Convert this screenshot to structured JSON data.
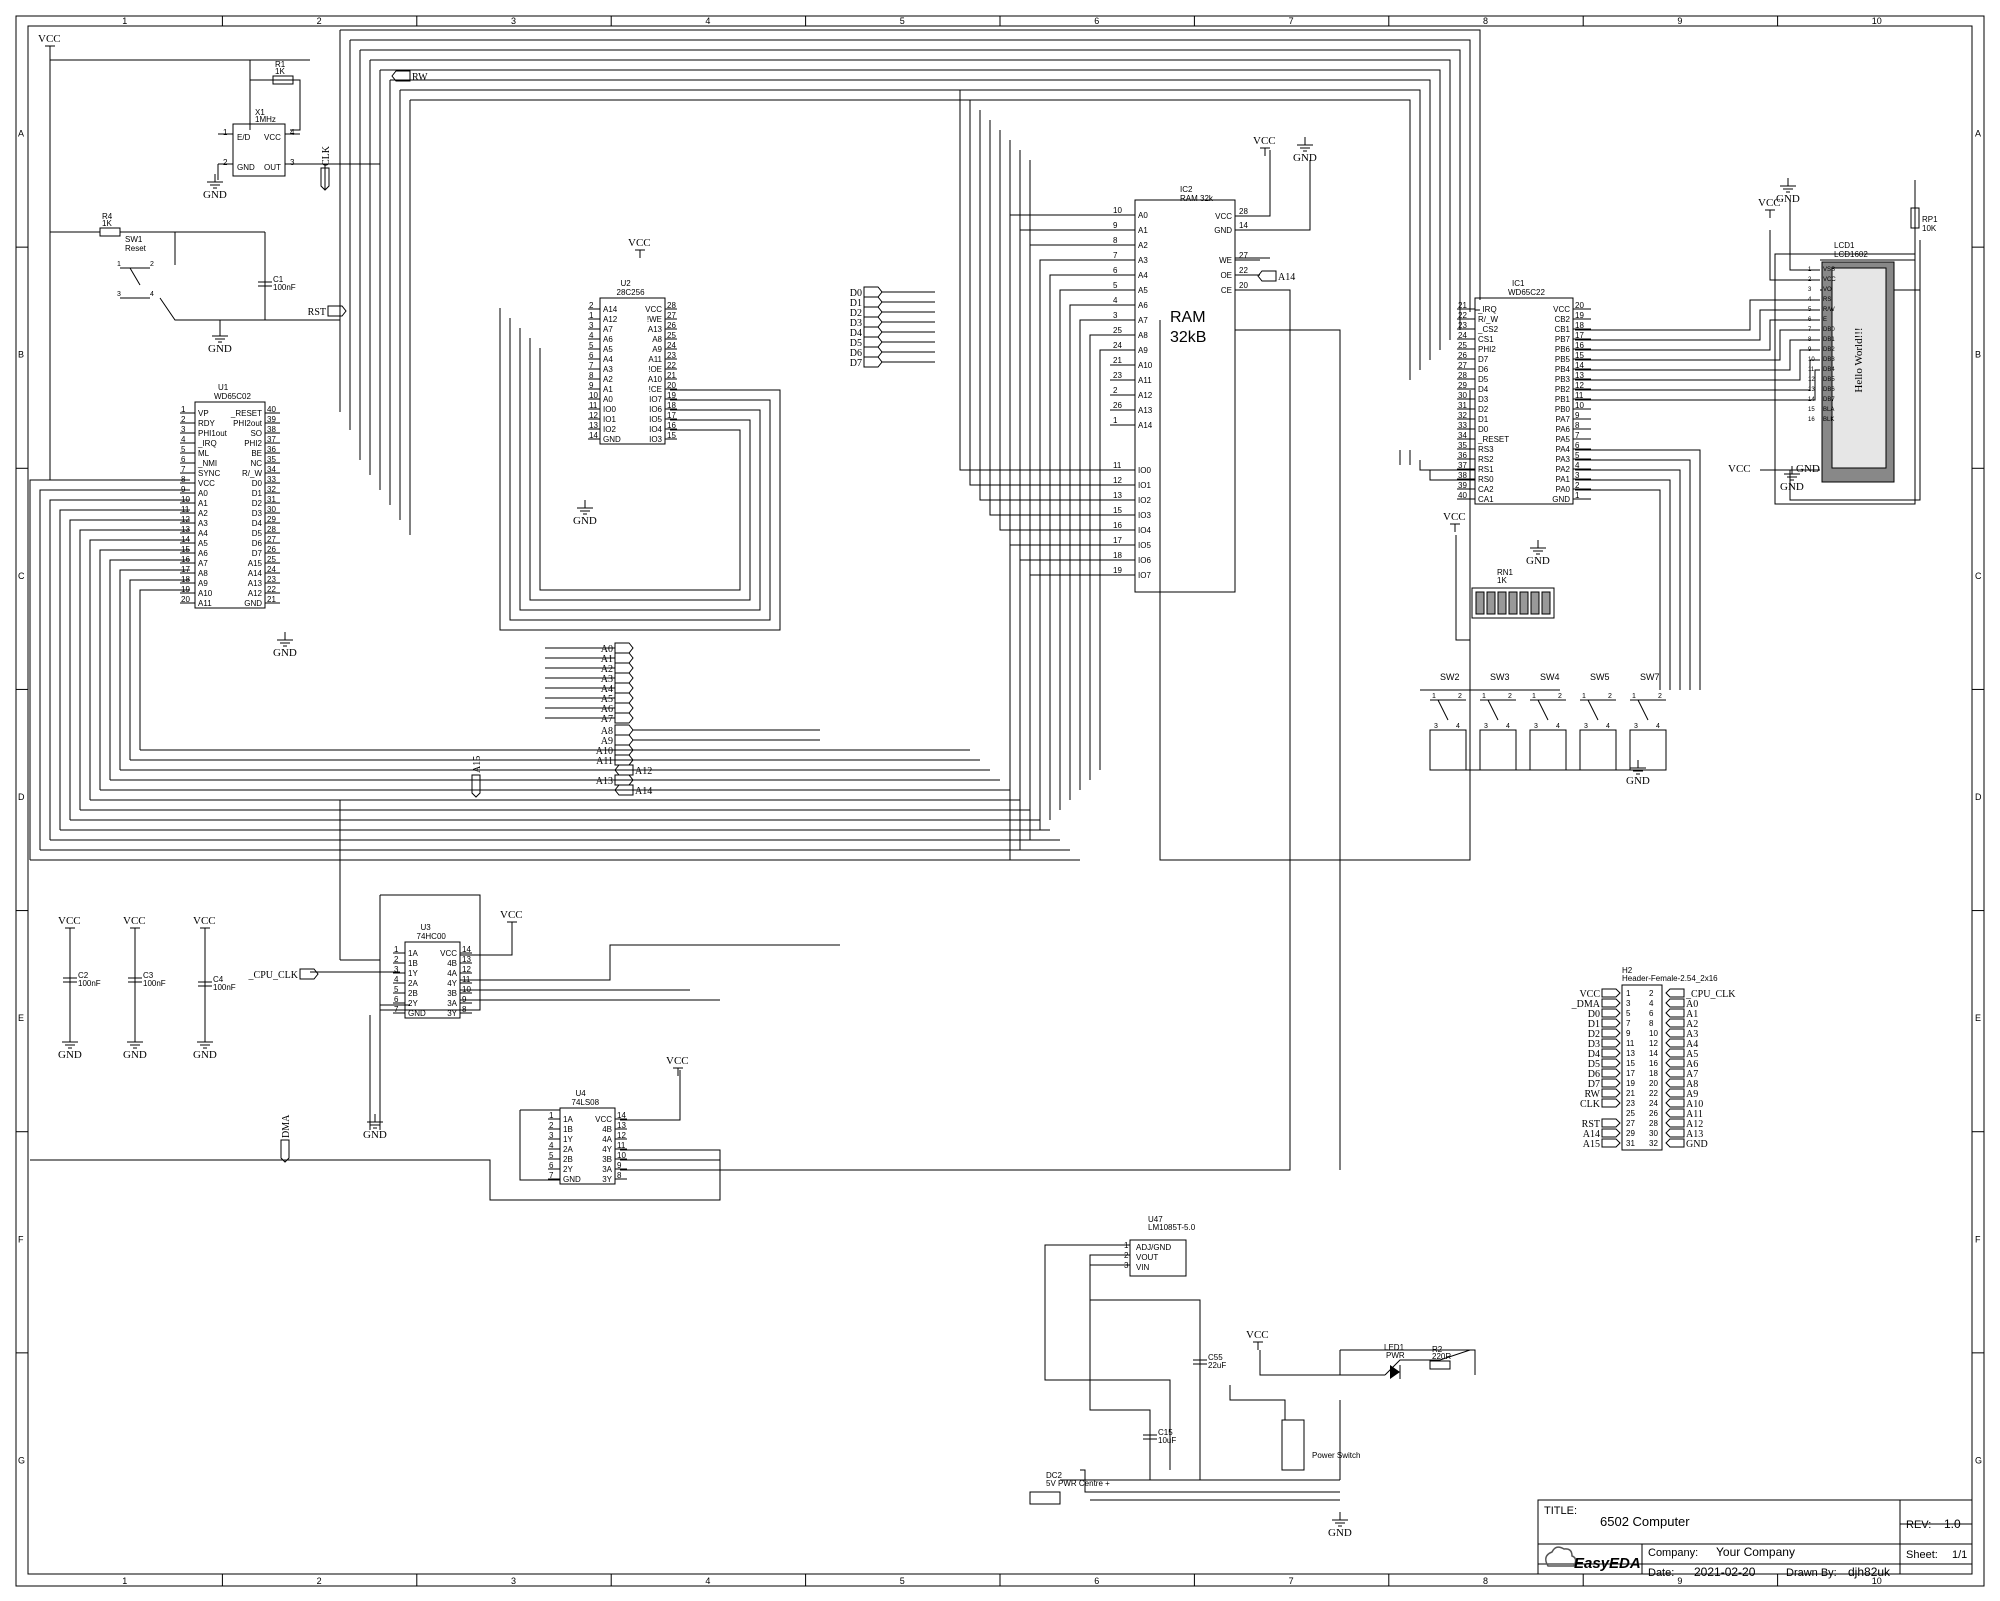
{
  "frame": {
    "columns": [
      "1",
      "2",
      "3",
      "4",
      "5",
      "6",
      "7",
      "8",
      "9",
      "10"
    ],
    "rows": [
      "A",
      "B",
      "C",
      "D",
      "E",
      "F",
      "G"
    ]
  },
  "title_block": {
    "title_label": "TITLE:",
    "title": "6502 Computer",
    "rev_label": "REV:",
    "rev": "1.0",
    "company_label": "Company:",
    "company": "Your Company",
    "sheet_label": "Sheet:",
    "sheet": "1/1",
    "date_label": "Date:",
    "date": "2021-02-20",
    "drawn_label": "Drawn By:",
    "drawn_by": "djh82uk",
    "logo": "EasyEDA"
  },
  "power": {
    "vcc": "VCC",
    "gnd": "GND"
  },
  "u1": {
    "ref": "U1",
    "part": "WD65C02",
    "left_nums": [
      "1",
      "2",
      "3",
      "4",
      "5",
      "6",
      "7",
      "8",
      "9",
      "10",
      "11",
      "12",
      "13",
      "14",
      "15",
      "16",
      "17",
      "18",
      "19",
      "20"
    ],
    "left_names": [
      "VP",
      "RDY",
      "PHI1out",
      "_IRQ",
      "ML",
      "_NMI",
      "SYNC",
      "VCC",
      "A0",
      "A1",
      "A2",
      "A3",
      "A4",
      "A5",
      "A6",
      "A7",
      "A8",
      "A9",
      "A10",
      "A11"
    ],
    "right_nums": [
      "40",
      "39",
      "38",
      "37",
      "36",
      "35",
      "34",
      "33",
      "32",
      "31",
      "30",
      "29",
      "28",
      "27",
      "26",
      "25",
      "24",
      "23",
      "22",
      "21"
    ],
    "right_names": [
      "_RESET",
      "PHI2out",
      "SO",
      "PHI2",
      "BE",
      "NC",
      "R/_W",
      "D0",
      "D1",
      "D2",
      "D3",
      "D4",
      "D5",
      "D6",
      "D7",
      "A15",
      "A14",
      "A13",
      "A12",
      "GND"
    ]
  },
  "u2": {
    "ref": "U2",
    "part": "28C256",
    "left_nums": [
      "2",
      "1",
      "3",
      "4",
      "5",
      "6",
      "7",
      "8",
      "9",
      "10",
      "11",
      "12",
      "13",
      "14"
    ],
    "left_names": [
      "A14",
      "A12",
      "A7",
      "A6",
      "A5",
      "A4",
      "A3",
      "A2",
      "A1",
      "A0",
      "IO0",
      "IO1",
      "IO2",
      "GND"
    ],
    "right_nums": [
      "28",
      "27",
      "26",
      "25",
      "24",
      "23",
      "22",
      "21",
      "20",
      "19",
      "18",
      "17",
      "16",
      "15"
    ],
    "right_names": [
      "VCC",
      "!WE",
      "A13",
      "A8",
      "A9",
      "A11",
      "!OE",
      "A10",
      "!CE",
      "IO7",
      "IO6",
      "IO5",
      "IO4",
      "IO3"
    ]
  },
  "ic2": {
    "ref": "IC2",
    "part": "RAM 32k",
    "label": "RAM",
    "size": "32kB",
    "left_nums": [
      "10",
      "9",
      "8",
      "7",
      "6",
      "5",
      "4",
      "3",
      "25",
      "24",
      "21",
      "23",
      "2",
      "26",
      "1",
      "11",
      "12",
      "13",
      "15",
      "16",
      "17",
      "18",
      "19"
    ],
    "left_names": [
      "A0",
      "A1",
      "A2",
      "A3",
      "A4",
      "A5",
      "A6",
      "A7",
      "A8",
      "A9",
      "A10",
      "A11",
      "A12",
      "A13",
      "A14",
      "IO0",
      "IO1",
      "IO2",
      "IO3",
      "IO4",
      "IO5",
      "IO6",
      "IO7"
    ],
    "right_nums": [
      "28",
      "14",
      "27",
      "22",
      "20"
    ],
    "right_names": [
      "VCC",
      "GND",
      "WE",
      "OE",
      "CE"
    ]
  },
  "ic1": {
    "ref": "IC1",
    "part": "WD65C22",
    "left_nums": [
      "21",
      "22",
      "23",
      "24",
      "25",
      "26",
      "27",
      "28",
      "29",
      "30",
      "31",
      "32",
      "33",
      "34",
      "35",
      "36",
      "37",
      "38",
      "39",
      "40"
    ],
    "left_names": [
      "_IRQ",
      "R/_W",
      "_CS2",
      "CS1",
      "PHI2",
      "D7",
      "D6",
      "D5",
      "D4",
      "D3",
      "D2",
      "D1",
      "D0",
      "_RESET",
      "RS3",
      "RS2",
      "RS1",
      "RS0",
      "CA2",
      "CA1"
    ],
    "right_nums": [
      "20",
      "19",
      "18",
      "17",
      "16",
      "15",
      "14",
      "13",
      "12",
      "11",
      "10",
      "9",
      "8",
      "7",
      "6",
      "5",
      "4",
      "3",
      "2",
      "1"
    ],
    "right_names": [
      "VCC",
      "CB2",
      "CB1",
      "PB7",
      "PB6",
      "PB5",
      "PB4",
      "PB3",
      "PB2",
      "PB1",
      "PB0",
      "PA7",
      "PA6",
      "PA5",
      "PA4",
      "PA3",
      "PA2",
      "PA1",
      "PA0",
      "GND"
    ]
  },
  "lcd": {
    "ref": "LCD1",
    "part": "LCD1602",
    "screen_text": "Hello World!!!",
    "pin_nums": [
      "1",
      "2",
      "3",
      "4",
      "5",
      "6",
      "7",
      "8",
      "9",
      "10",
      "11",
      "12",
      "13",
      "14",
      "15",
      "16"
    ],
    "pin_names": [
      "VSS",
      "VCC",
      "VO",
      "RS",
      "R/W",
      "E",
      "DB0",
      "DB1",
      "DB2",
      "DB3",
      "DB4",
      "DB5",
      "DB6",
      "DB7",
      "BLA",
      "BLK"
    ]
  },
  "u3": {
    "ref": "U3",
    "part": "74HC00",
    "left_nums": [
      "1",
      "2",
      "3",
      "4",
      "5",
      "6",
      "7"
    ],
    "left_names": [
      "1A",
      "1B",
      "1Y",
      "2A",
      "2B",
      "2Y",
      "GND"
    ],
    "right_nums": [
      "14",
      "13",
      "12",
      "11",
      "10",
      "9",
      "8"
    ],
    "right_names": [
      "VCC",
      "4B",
      "4A",
      "4Y",
      "3B",
      "3A",
      "3Y"
    ]
  },
  "u4": {
    "ref": "U4",
    "part": "74LS08",
    "left_nums": [
      "1",
      "2",
      "3",
      "4",
      "5",
      "6",
      "7"
    ],
    "left_names": [
      "1A",
      "1B",
      "1Y",
      "2A",
      "2B",
      "2Y",
      "GND"
    ],
    "right_nums": [
      "14",
      "13",
      "12",
      "11",
      "10",
      "9",
      "8"
    ],
    "right_names": [
      "VCC",
      "4B",
      "4A",
      "4Y",
      "3B",
      "3A",
      "3Y"
    ]
  },
  "x1": {
    "ref": "X1",
    "value": "1MHz",
    "pins": [
      "E/D",
      "VCC",
      "GND",
      "OUT"
    ],
    "nums": [
      "1",
      "4",
      "2",
      "3"
    ]
  },
  "h2": {
    "ref": "H2",
    "part": "Header-Female-2.54_2x16",
    "left_labels": [
      "VCC",
      "_DMA",
      "D0",
      "D1",
      "D2",
      "D3",
      "D4",
      "D5",
      "D6",
      "D7",
      "RW",
      "CLK",
      "",
      "RST",
      "A14",
      "A15"
    ],
    "left_nums": [
      "1",
      "3",
      "5",
      "7",
      "9",
      "11",
      "13",
      "15",
      "17",
      "19",
      "21",
      "23",
      "25",
      "27",
      "29",
      "31"
    ],
    "right_nums": [
      "2",
      "4",
      "6",
      "8",
      "10",
      "12",
      "14",
      "16",
      "18",
      "20",
      "22",
      "24",
      "26",
      "28",
      "30",
      "32"
    ],
    "right_labels": [
      "_CPU_CLK",
      "A0",
      "A1",
      "A2",
      "A3",
      "A4",
      "A5",
      "A6",
      "A7",
      "A8",
      "A9",
      "A10",
      "A11",
      "A12",
      "A13",
      "GND"
    ]
  },
  "u47": {
    "ref": "U47",
    "part": "LM1085T-5.0",
    "pins": [
      "ADJ/GND",
      "VOUT",
      "VIN"
    ],
    "nums": [
      "1",
      "2",
      "3"
    ]
  },
  "passives": {
    "r1": {
      "ref": "R1",
      "value": "1K"
    },
    "r4": {
      "ref": "R4",
      "value": "1K"
    },
    "r2": {
      "ref": "R2",
      "value": "220R"
    },
    "rp1": {
      "ref": "RP1",
      "value": "10K"
    },
    "rn1": {
      "ref": "RN1",
      "value": "1K"
    },
    "c1": {
      "ref": "C1",
      "value": "100nF"
    },
    "c2": {
      "ref": "C2",
      "value": "100nF"
    },
    "c3": {
      "ref": "C3",
      "value": "100nF"
    },
    "c4": {
      "ref": "C4",
      "value": "100nF"
    },
    "c55": {
      "ref": "C55",
      "value": "22uF"
    },
    "c15": {
      "ref": "C15",
      "value": "10uF"
    },
    "sw1": {
      "ref": "SW1",
      "value": "Reset"
    },
    "led1": {
      "ref": "LED1",
      "value": "PWR"
    },
    "dc2": {
      "ref": "DC2",
      "value": "5V PWR Centre +"
    },
    "power_switch": "Power Switch",
    "switches": [
      "SW2",
      "SW3",
      "SW4",
      "SW5",
      "SW7"
    ]
  },
  "net_labels": {
    "rw": "RW",
    "clk": "CLK",
    "rst": "RST",
    "a14": "A14",
    "a15": "A15",
    "dma": "DMA",
    "cpu_clk": "_CPU_CLK",
    "data_bus": [
      "D0",
      "D1",
      "D2",
      "D3",
      "D4",
      "D5",
      "D6",
      "D7"
    ],
    "addr_bus": [
      "A0",
      "A1",
      "A2",
      "A3",
      "A4",
      "A5",
      "A6",
      "A7"
    ],
    "addr_hi_left": [
      "A8",
      "A9",
      "A10",
      "A11"
    ],
    "a12": "A12",
    "a13": "A13",
    "a14b": "A14"
  }
}
